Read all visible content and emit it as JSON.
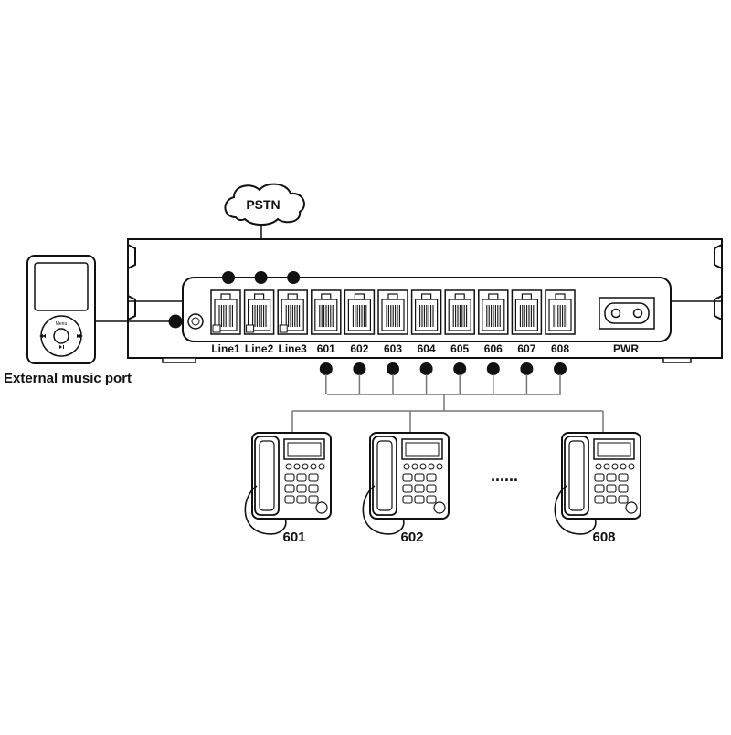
{
  "cloud_label": "PSTN",
  "music_port_label": "External music port",
  "player_menu_label": "Menu",
  "ports": [
    {
      "id": "line1",
      "label": "Line1"
    },
    {
      "id": "line2",
      "label": "Line2"
    },
    {
      "id": "line3",
      "label": "Line3"
    },
    {
      "id": "ext601",
      "label": "601"
    },
    {
      "id": "ext602",
      "label": "602"
    },
    {
      "id": "ext603",
      "label": "603"
    },
    {
      "id": "ext604",
      "label": "604"
    },
    {
      "id": "ext605",
      "label": "605"
    },
    {
      "id": "ext606",
      "label": "606"
    },
    {
      "id": "ext607",
      "label": "607"
    },
    {
      "id": "ext608",
      "label": "608"
    }
  ],
  "power_label": "PWR",
  "phones": [
    {
      "id": "phone601",
      "label": "601"
    },
    {
      "id": "phone602",
      "label": "602"
    },
    {
      "id": "phone608",
      "label": "608"
    }
  ],
  "ellipsis": "......"
}
